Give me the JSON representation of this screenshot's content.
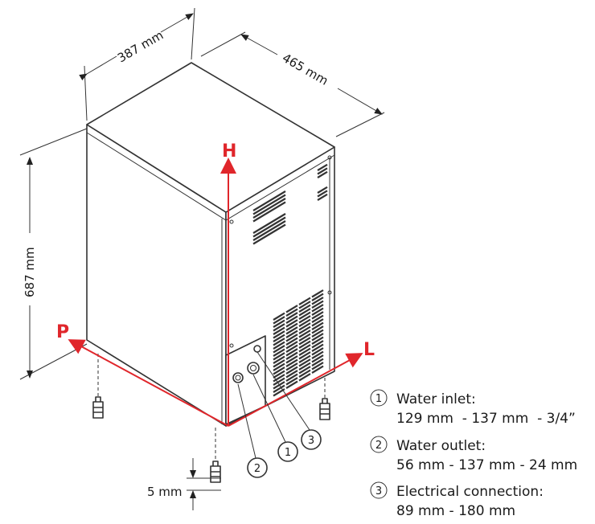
{
  "dimensions": {
    "width": "387 mm",
    "depth": "465 mm",
    "height": "687 mm",
    "foot": "5 mm"
  },
  "axes": {
    "h": "H",
    "p": "P",
    "l": "L"
  },
  "colors": {
    "axis": "#e0262b",
    "outline": "#333333"
  },
  "callouts": [
    "1",
    "2",
    "3"
  ],
  "legend": [
    {
      "num": "1",
      "title": "Water inlet:",
      "detail": "129 mm  - 137 mm  - 3/4”"
    },
    {
      "num": "2",
      "title": "Water outlet:",
      "detail": "56 mm - 137 mm - 24 mm"
    },
    {
      "num": "3",
      "title": "Electrical connection:",
      "detail": "89 mm - 180 mm"
    }
  ]
}
